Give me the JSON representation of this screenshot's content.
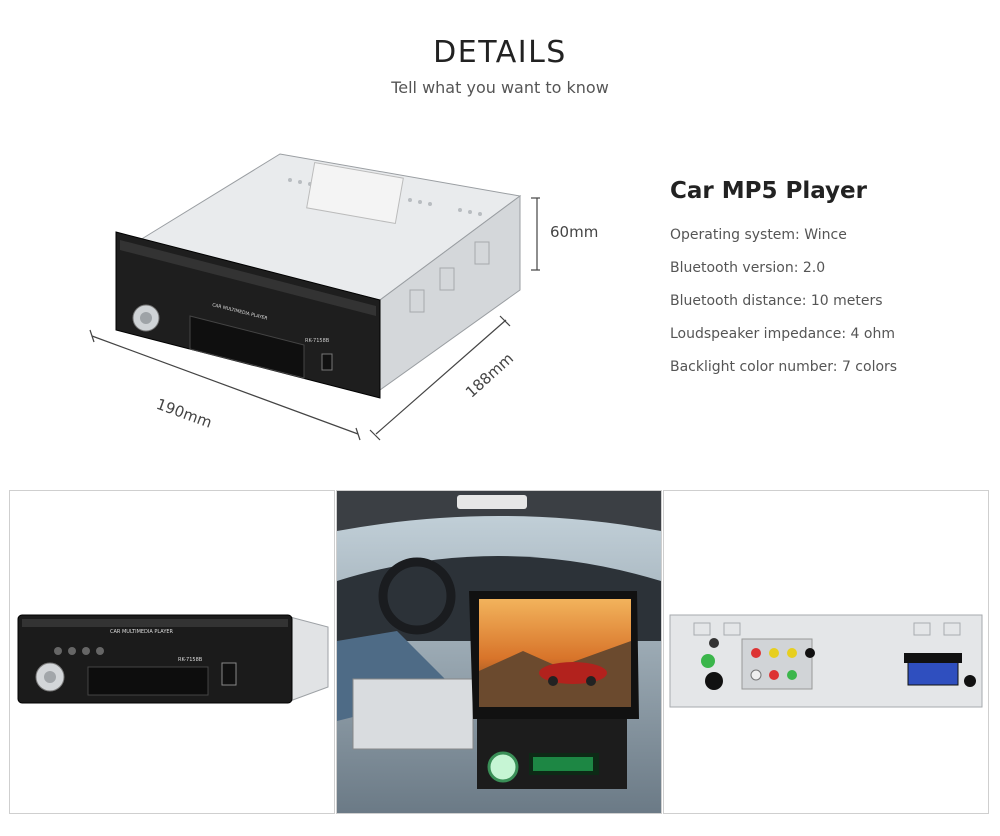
{
  "header": {
    "title": "DETAILS",
    "subtitle": "Tell what you want to know"
  },
  "product": {
    "name": "Car MP5 Player",
    "specs": [
      "Operating system: Wince",
      "Bluetooth version: 2.0",
      "Bluetooth distance: 10 meters",
      "Loudspeaker impedance: 4 ohm",
      "Backlight color number: 7 colors"
    ]
  },
  "dimensions": {
    "height": "60mm",
    "width": "190mm",
    "depth": "188mm"
  },
  "device": {
    "faceplate_label": "CAR MULTIMEDIA PLAYER",
    "model": "RK-7158B"
  },
  "colors": {
    "chassis": "#e4e6e8",
    "faceplate": "#1a1a1a",
    "display_on": "#2bd36b"
  }
}
